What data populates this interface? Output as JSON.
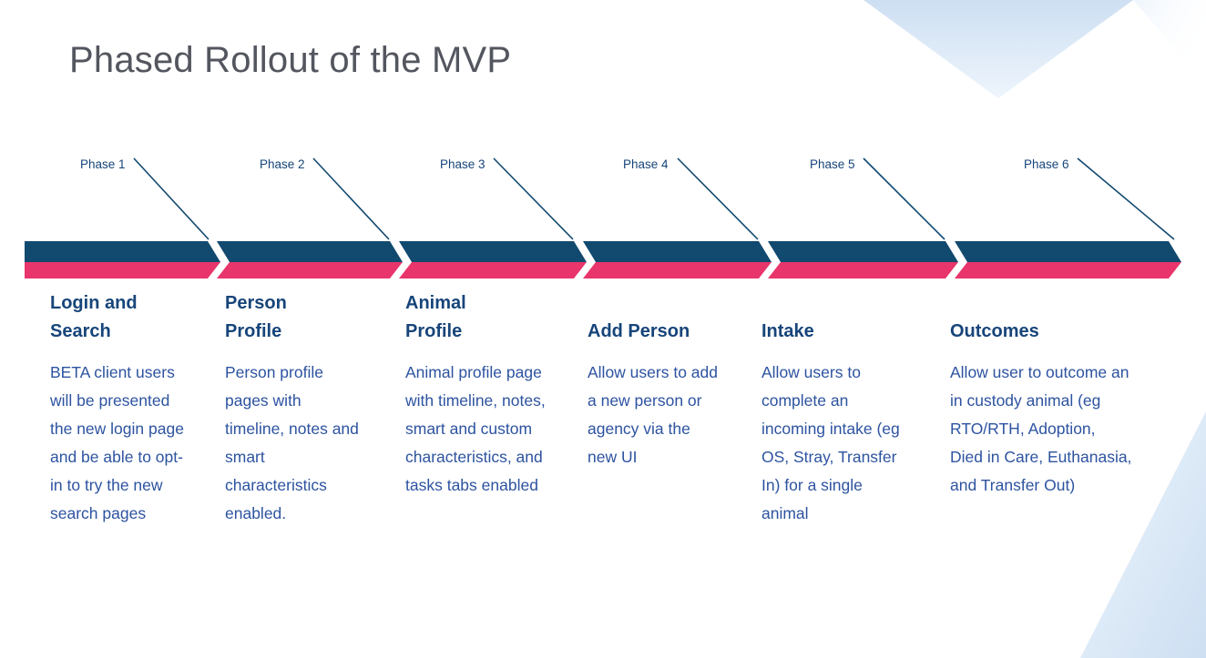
{
  "title": "Phased Rollout of the MVP",
  "colors": {
    "navy_band": "#12496f",
    "pink_band": "#e8356b",
    "heading": "#17457a",
    "body": "#2d53a0",
    "title": "#54565f",
    "decoration_blue": "#cddff2",
    "decoration_blue_light": "#eef5fc"
  },
  "phases": [
    {
      "label": "Phase 1",
      "heading": "Login and\nSearch",
      "description": "BETA client users will be presented the new login page and be able to opt-in to try the new search pages"
    },
    {
      "label": "Phase 2",
      "heading": "Person\nProfile",
      "description": "Person profile pages with timeline, notes and smart characteristics enabled."
    },
    {
      "label": "Phase 3",
      "heading": "Animal\nProfile",
      "description": "Animal profile page with timeline, notes, smart and custom characteristics, and tasks tabs enabled"
    },
    {
      "label": "Phase 4",
      "heading": "Add Person",
      "description": "Allow users to add a new person or agency via the new UI"
    },
    {
      "label": "Phase 5",
      "heading": "Intake",
      "description": "Allow users to complete an incoming intake (eg OS, Stray, Transfer In) for a single animal"
    },
    {
      "label": "Phase 6",
      "heading": "Outcomes",
      "description": "Allow user to outcome an in custody animal (eg RTO/RTH, Adoption, Died in Care, Euthanasia, and Transfer Out)"
    }
  ]
}
